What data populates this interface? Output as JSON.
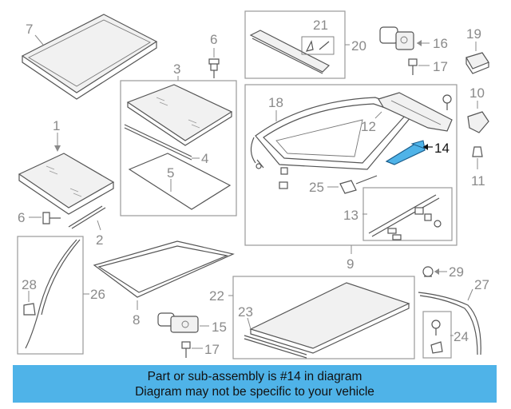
{
  "highlight": {
    "part_number": "14",
    "color": "#4fb3e8",
    "label_color": "#111111"
  },
  "callouts": {
    "c1": "1",
    "c2": "2",
    "c3": "3",
    "c4": "4",
    "c5": "5",
    "c6a": "6",
    "c6b": "6",
    "c7": "7",
    "c8": "8",
    "c9": "9",
    "c10": "10",
    "c11": "11",
    "c12": "12",
    "c13": "13",
    "c14": "14",
    "c15": "15",
    "c16": "16",
    "c17a": "17",
    "c17b": "17",
    "c18": "18",
    "c19": "19",
    "c20": "20",
    "c21": "21",
    "c22": "22",
    "c23": "23",
    "c24": "24",
    "c25": "25",
    "c26": "26",
    "c27": "27",
    "c28": "28",
    "c29": "29"
  },
  "banner": {
    "line1": "Part or sub-assembly is #14 in diagram",
    "line2": "Diagram may not be specific to your vehicle"
  }
}
